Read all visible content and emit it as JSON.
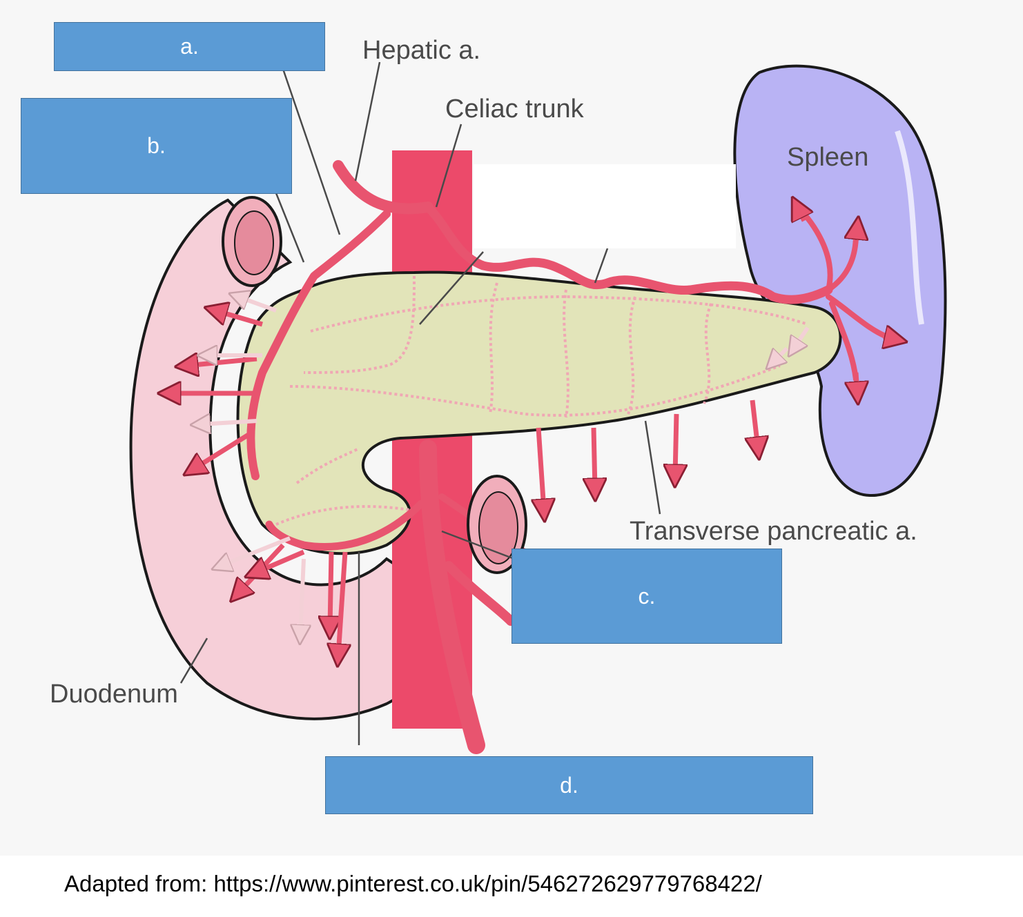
{
  "diagram": {
    "labels": {
      "hepatic": "Hepatic a.",
      "celiac": "Celiac trunk",
      "spleen": "Spleen",
      "transverse": "Transverse pancreatic a.",
      "duodenum": "Duodenum"
    },
    "answer_boxes": {
      "a": "a.",
      "b": "b.",
      "c": "c.",
      "d": "d."
    },
    "colors": {
      "artery": "#e8546f",
      "aorta": "#ec4a6a",
      "pancreas": "#e2e4b9",
      "duodenum": "#f6cfd8",
      "spleen": "#b9b3f4",
      "box": "#5b9bd5",
      "background": "#f7f7f7"
    }
  },
  "caption": "Adapted from: https://www.pinterest.co.uk/pin/546272629779768422/"
}
